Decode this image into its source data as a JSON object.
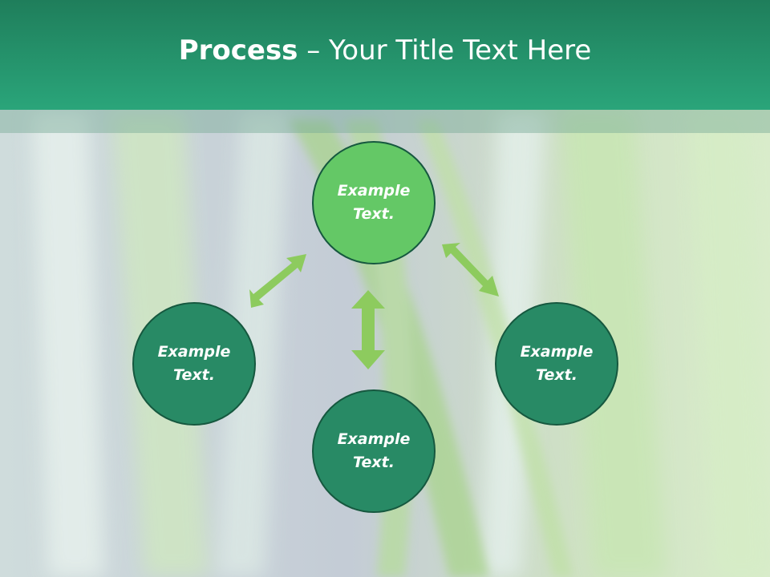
{
  "title": {
    "bold": "Process",
    "rest": " – Your Title Text Here"
  },
  "nodes": {
    "top": {
      "line1": "Example",
      "line2": "Text."
    },
    "left": {
      "line1": "Example",
      "line2": "Text."
    },
    "right": {
      "line1": "Example",
      "line2": "Text."
    },
    "bottom": {
      "line1": "Example",
      "line2": "Text."
    }
  },
  "colors": {
    "title_bar": "#2aa57a",
    "node_highlight": "#64c866",
    "node_default": "#288a65",
    "arrow": "#8dcb5e"
  }
}
